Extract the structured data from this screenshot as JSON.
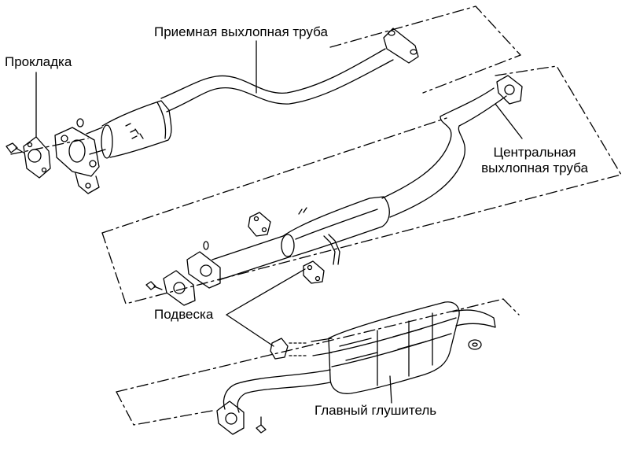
{
  "labels": {
    "gasket": "Прокладка",
    "front_pipe": "Приемная выхлопная труба",
    "center_pipe_line1": "Центральная",
    "center_pipe_line2": "выхлопная труба",
    "hanger": "Подвеска",
    "main_muffler": "Главный глушитель"
  },
  "colors": {
    "line": "#000000",
    "background": "#ffffff"
  }
}
